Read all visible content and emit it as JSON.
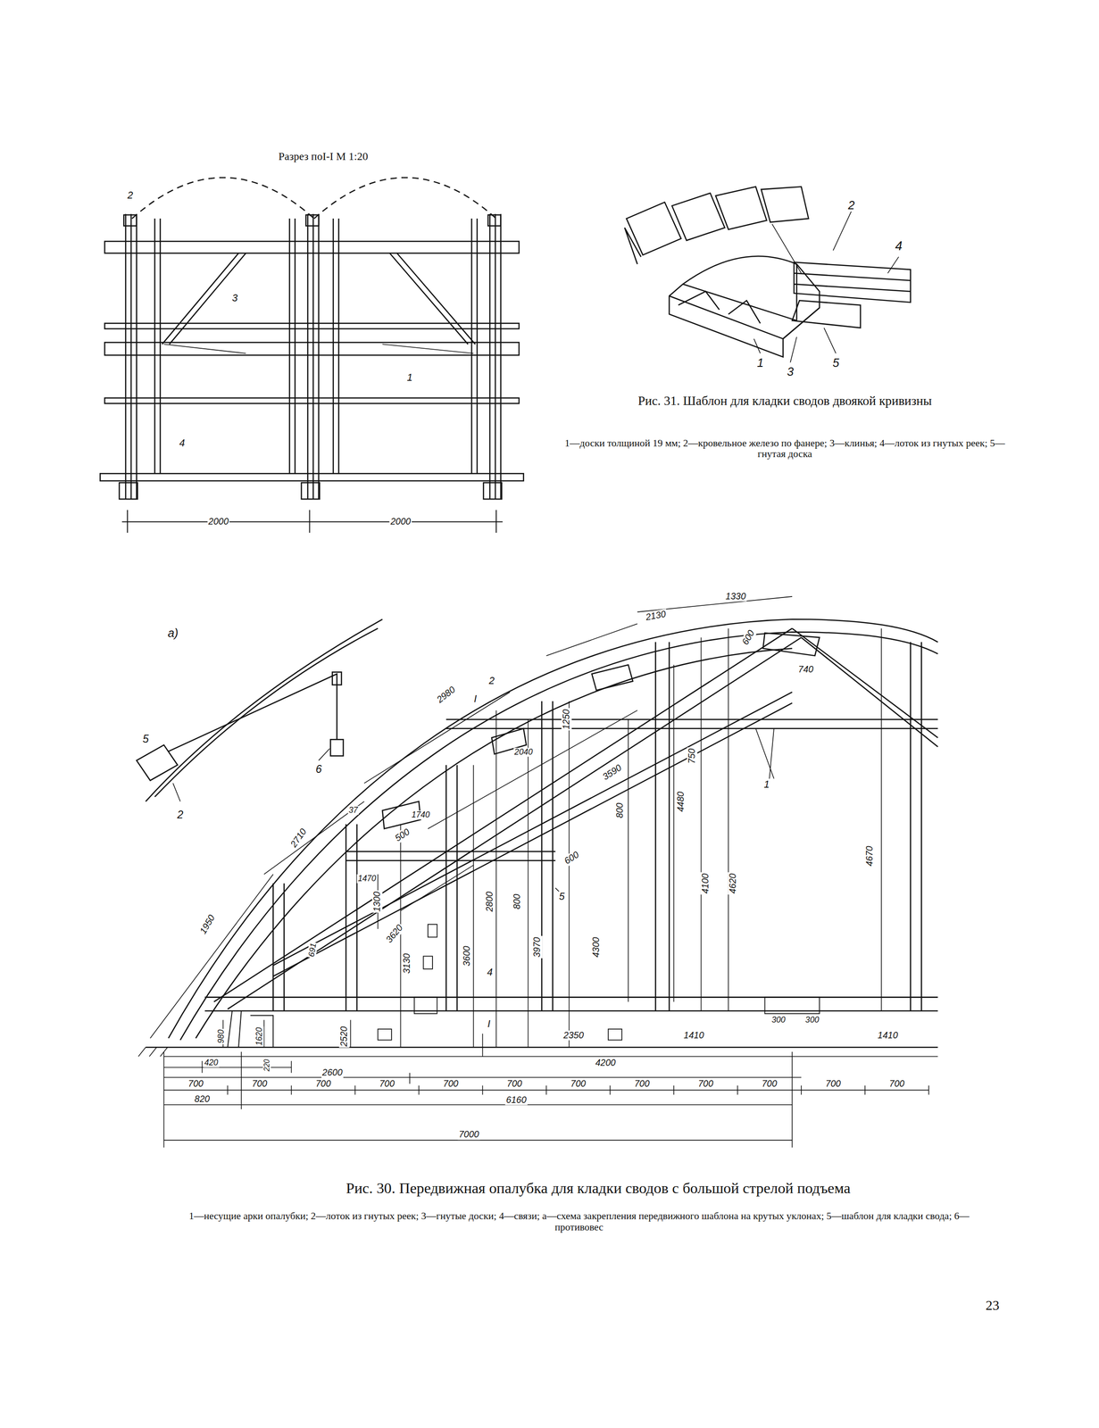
{
  "diagram": {
    "caption": "Рис. 30. Передвижная опалубка для кладки сводов с большой стрелой подъема",
    "labels": [
      "Разрез поI-I М 1:20",
      "2",
      "3",
      "1",
      "4",
      "2000",
      "2000",
      "2",
      "4",
      "1",
      "3",
      "5",
      "Рис. 31. Шаблон для кладки сводов двоякой кривизны",
      "1—доски толщиной 19 мм; 2—кровельное железо по фанере; 3—клинья; 4—лоток из гнутых реек; 5—гнутая доска",
      "а)",
      "5",
      "6",
      "2",
      "1330",
      "2130",
      "600",
      "740",
      "2",
      "I",
      "2980",
      "1250",
      "2040",
      "750",
      "1",
      "3590",
      "4480",
      "800",
      "4100",
      "4620",
      "4670",
      "37",
      "1740",
      "500",
      "2710",
      "1470",
      "1300",
      "2800",
      "800",
      "600",
      "5",
      "1950",
      "691",
      "3620",
      "3130",
      "3600",
      "3970",
      "4300",
      "4",
      "I",
      "980",
      "1620",
      "2520",
      "2350",
      "1410",
      "300",
      "300",
      "1410",
      "420",
      "220",
      "2600",
      "4200",
      "700",
      "700",
      "700",
      "700",
      "700",
      "700",
      "700",
      "700",
      "700",
      "700",
      "700",
      "700",
      "820",
      "6160",
      "7000",
      "1—несущие арки опалубки; 2—лоток из гнутых реек; 3—гнутые доски; 4—связи; а—схема закрепления передвижного шаблона на крутых уклонах; 5—шаблон для кладки свода; 6—противовес",
      "23"
    ]
  }
}
